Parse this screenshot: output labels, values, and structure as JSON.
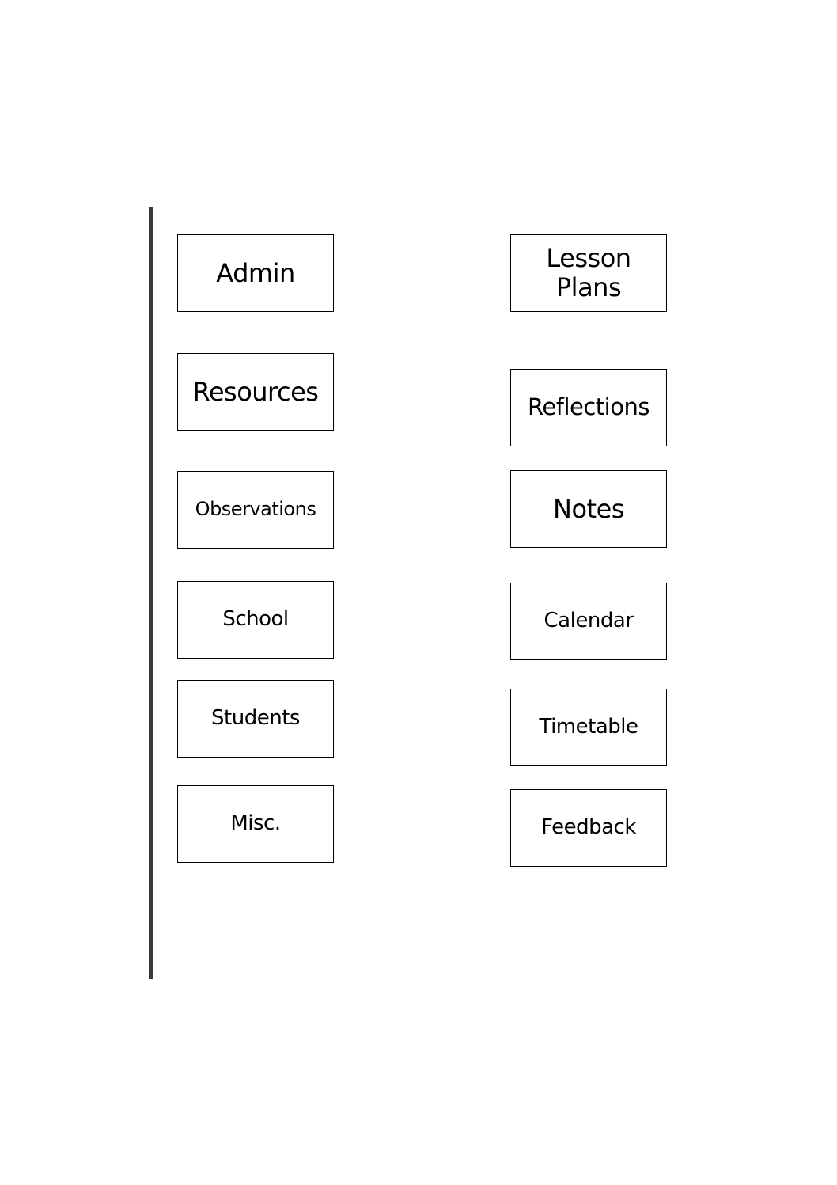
{
  "labels": {
    "left": [
      {
        "text": "Admin"
      },
      {
        "text": "Resources"
      },
      {
        "text": "Observations"
      },
      {
        "text": "School"
      },
      {
        "text": "Students"
      },
      {
        "text": "Misc."
      }
    ],
    "right": [
      {
        "line1": "Lesson",
        "line2": "Plans"
      },
      {
        "text": "Reflections"
      },
      {
        "text": "Notes"
      },
      {
        "text": "Calendar"
      },
      {
        "text": "Timetable"
      },
      {
        "text": "Feedback"
      }
    ]
  },
  "colors": {
    "border": "#000000",
    "cut_line": "#3a3a3a",
    "background": "#ffffff"
  }
}
